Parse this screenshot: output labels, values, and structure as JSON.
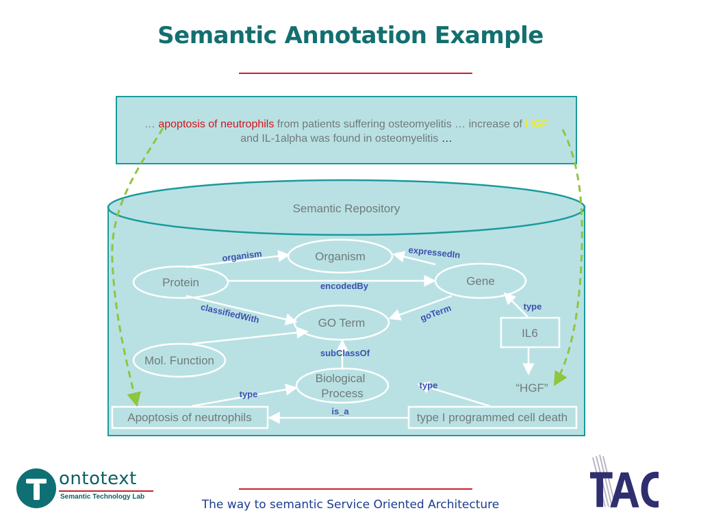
{
  "title": "Semantic Annotation Example",
  "footer": "The way to semantic Service Oriented Architecture",
  "snippet": {
    "line1": [
      {
        "text": "… ",
        "style": "grey"
      },
      {
        "text": "apoptosis of neutrophils",
        "style": "red"
      },
      {
        "text": " from patients suffering osteomyelitis … increase of ",
        "style": "grey"
      },
      {
        "text": "HGF",
        "style": "yellow"
      }
    ],
    "line2": [
      {
        "text": "and IL-1alpha was found in osteomyelitis ",
        "style": "grey"
      },
      {
        "text": "…",
        "style": "dark"
      }
    ]
  },
  "repository": {
    "label": "Semantic Repository"
  },
  "nodes": {
    "organism": "Organism",
    "protein": "Protein",
    "gene": "Gene",
    "go_term": "GO Term",
    "il6": "IL6",
    "mol_function": "Mol. Function",
    "biological_process_line1": "Biological",
    "biological_process_line2": "Process",
    "hgf": "“HGF”",
    "apoptosis": "Apoptosis of neutrophils",
    "type_i_pcd": "type I programmed cell death"
  },
  "edges": {
    "organism": "organism",
    "expressed_in": "expressedIn",
    "encoded_by": "encodedBy",
    "classified_with": "classifiedWith",
    "go_term": "goTerm",
    "type_il6": "type",
    "sub_class_of": "subClassOf",
    "type_apoptosis": "type",
    "type_pcd": "type",
    "is_a": "is_a"
  },
  "logos": {
    "ontotext_name": "ontotext",
    "ontotext_tagline": "Semantic Technology Lab",
    "tao": "TAO"
  },
  "colors": {
    "teal_fill": "#b9e1e3",
    "teal_border": "#1a9a9c",
    "title": "#136f6f",
    "red_rule": "#c8202a",
    "dashed_link": "#8fc53f"
  }
}
